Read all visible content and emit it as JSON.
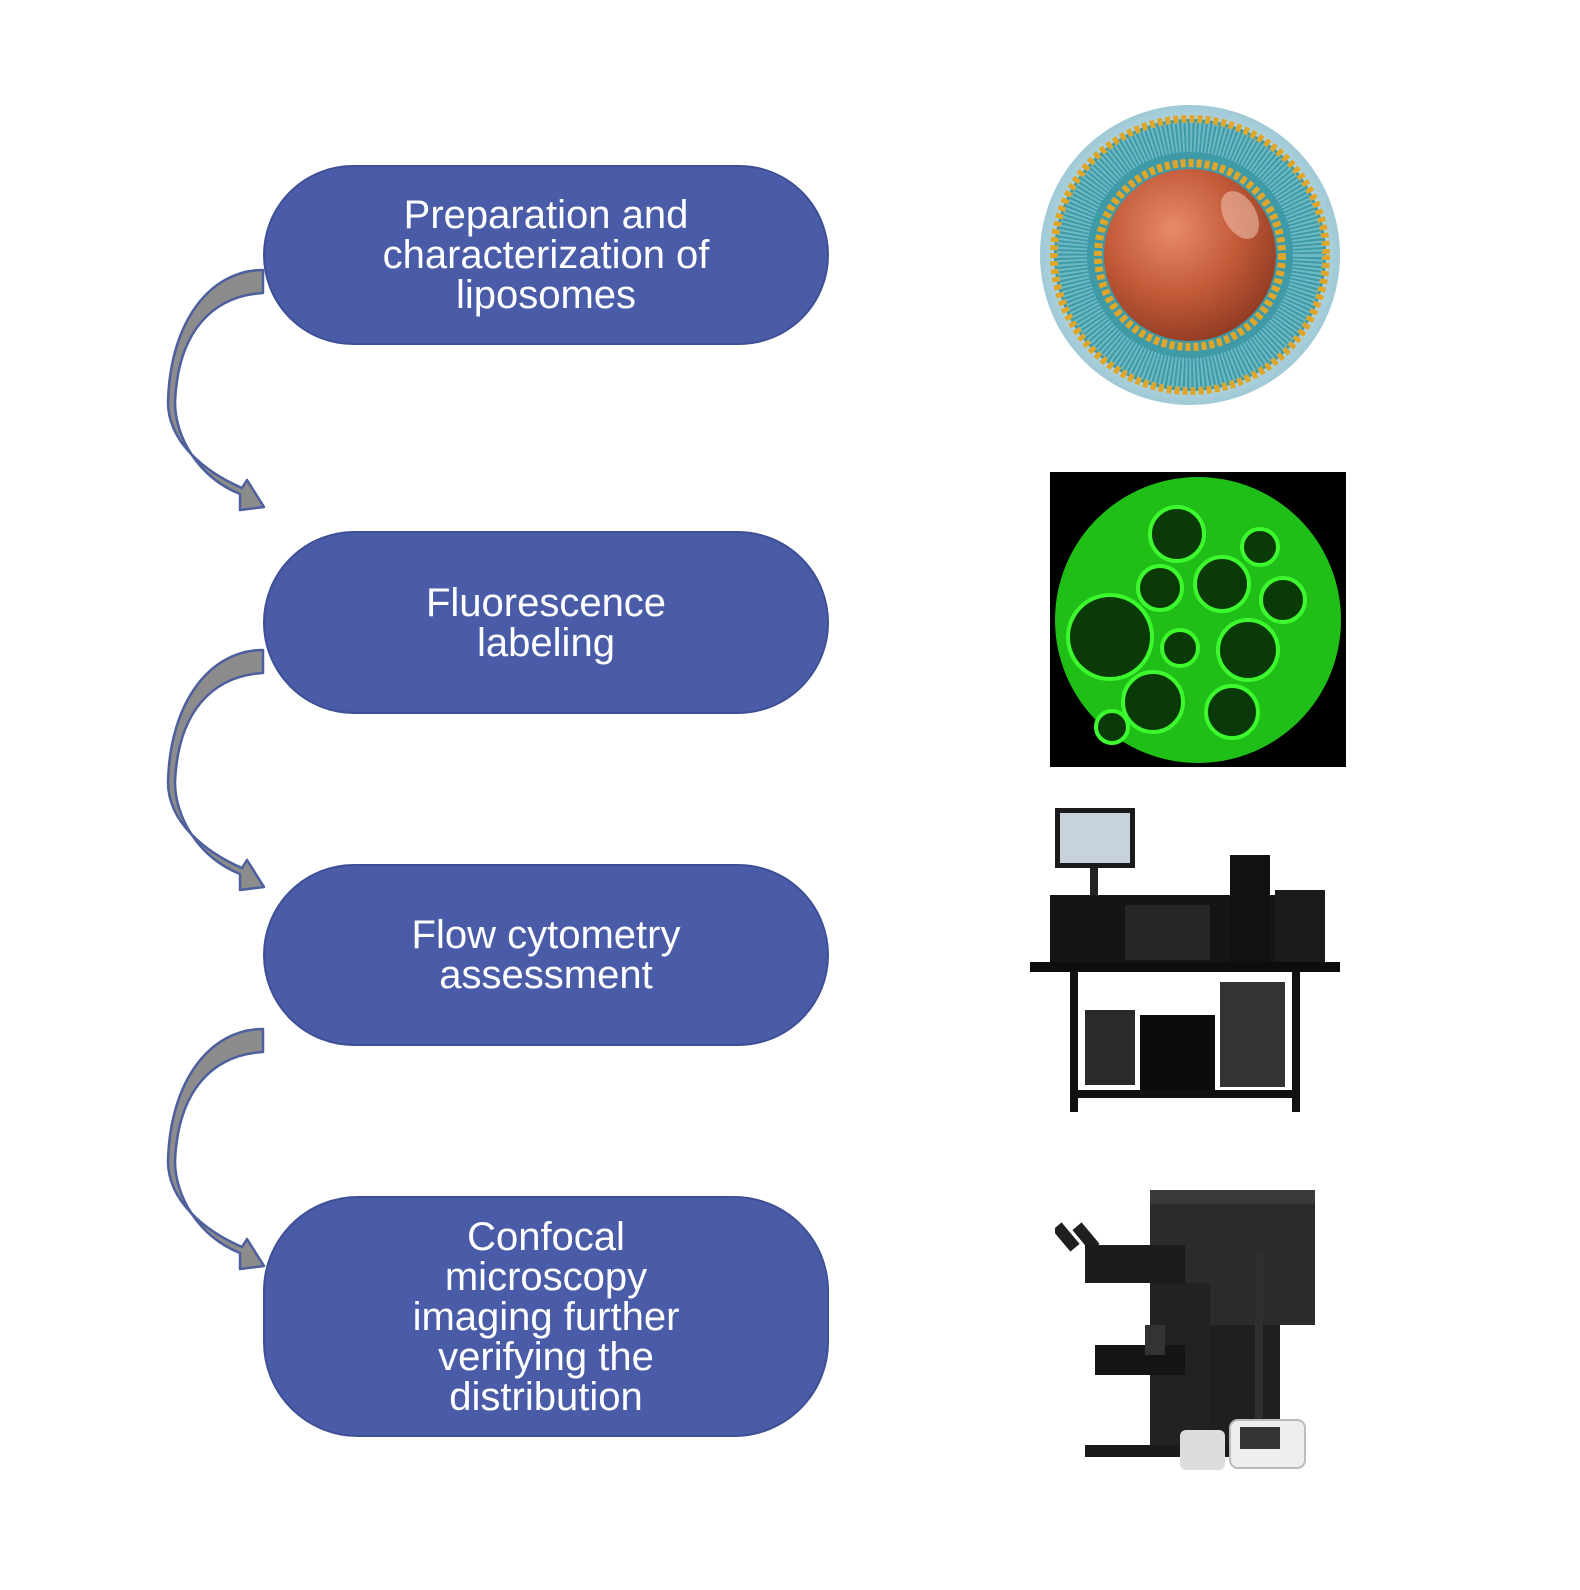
{
  "colors": {
    "pill_fill": "#4a5ca8",
    "pill_border": "#3e4f95",
    "pill_text": "#ffffff",
    "arrow_fill": "#8c8c8c",
    "arrow_edge": "#4d5f9c",
    "fluorescence_green": "#22e01c"
  },
  "steps": [
    {
      "label": "Preparation and characterization of liposomes",
      "image": "liposome-illustration"
    },
    {
      "label": "Fluorescence labeling",
      "image": "fluorescence-micrograph"
    },
    {
      "label": "Flow cytometry assessment",
      "image": "flow-cytometer-photo"
    },
    {
      "label": "Confocal microscopy imaging further verifying the distribution",
      "image": "confocal-microscope-photo"
    }
  ],
  "connectors": [
    "curved-arrow",
    "curved-arrow",
    "curved-arrow"
  ]
}
